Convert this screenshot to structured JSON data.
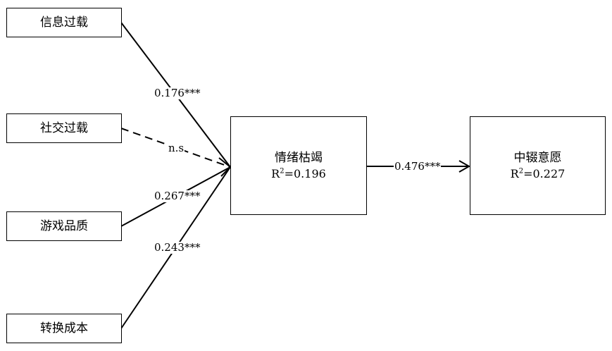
{
  "nodes": {
    "info_overload": "信息过载",
    "social_overload": "社交过载",
    "game_quality": "游戏品质",
    "switching_cost": "转换成本",
    "emotional_exhaustion": {
      "name": "情绪枯竭",
      "r2_prefix": "R",
      "r2_exp": "2",
      "r2_value": "=0.196"
    },
    "discontinuance": {
      "name": "中辍意愿",
      "r2_prefix": "R",
      "r2_exp": "2",
      "r2_value": "=0.227"
    }
  },
  "edges": {
    "info_to_ee": "0.176***",
    "social_to_ee": "n.s",
    "quality_to_ee": "0.267***",
    "cost_to_ee": "0.243***",
    "ee_to_disc": "0.476***"
  },
  "colors": {
    "line": "#000000",
    "background": "#ffffff"
  }
}
